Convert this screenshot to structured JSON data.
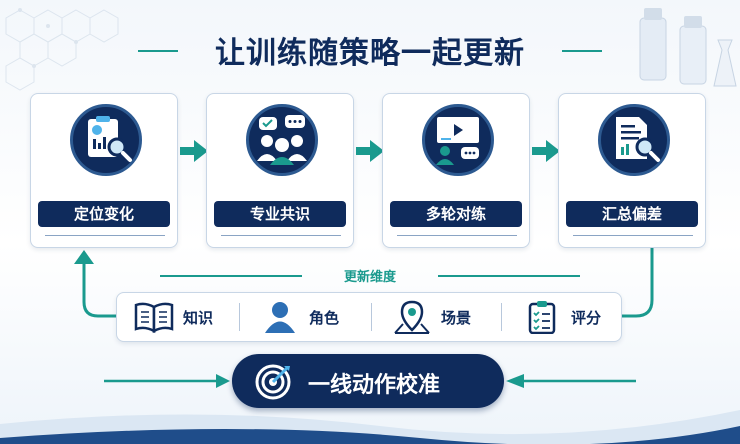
{
  "title": "让训练随策略一起更新",
  "steps": [
    {
      "label": "定位变化",
      "icon": "clipboard-chart-magnifier-icon"
    },
    {
      "label": "专业共识",
      "icon": "people-chat-bubbles-icon"
    },
    {
      "label": "多轮对练",
      "icon": "presentation-screen-audience-icon"
    },
    {
      "label": "汇总偏差",
      "icon": "document-chart-magnifier-icon"
    }
  ],
  "update_label": "更新维度",
  "dimensions": [
    {
      "label": "知识",
      "icon": "open-book-icon"
    },
    {
      "label": "角色",
      "icon": "person-icon"
    },
    {
      "label": "场景",
      "icon": "map-pin-icon"
    },
    {
      "label": "评分",
      "icon": "checklist-icon"
    }
  ],
  "final": {
    "label": "一线动作校准",
    "icon": "target-arrow-icon"
  },
  "colors": {
    "navy": "#0f2b5c",
    "teal": "#1a9a8e",
    "border": "#c8d6e6"
  }
}
